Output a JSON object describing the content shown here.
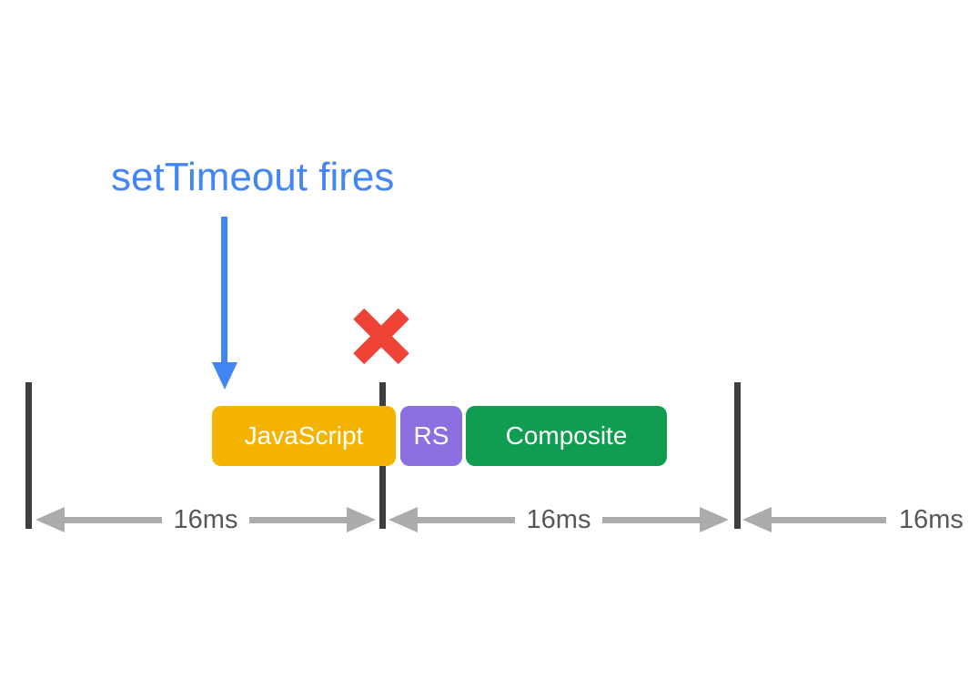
{
  "annotation": {
    "label": "setTimeout fires",
    "arrow_icon": "down-arrow-icon",
    "color": "#4285F4"
  },
  "rejection": {
    "icon": "x-mark-icon",
    "color": "#EF4337"
  },
  "timeline": {
    "bar_color": "#3E3E3E",
    "arrow_color": "#ABABAB",
    "label_color": "#55575A",
    "intervals": [
      {
        "label": "16ms"
      },
      {
        "label": "16ms"
      },
      {
        "label": "16ms"
      }
    ]
  },
  "tasks": [
    {
      "label": "JavaScript",
      "color": "#F3B300",
      "text_color": "#FFFFFF"
    },
    {
      "label": "RS",
      "color": "#8C70E0",
      "text_color": "#FFFFFF"
    },
    {
      "label": "Composite",
      "color": "#109D51",
      "text_color": "#FFFFFF"
    }
  ]
}
